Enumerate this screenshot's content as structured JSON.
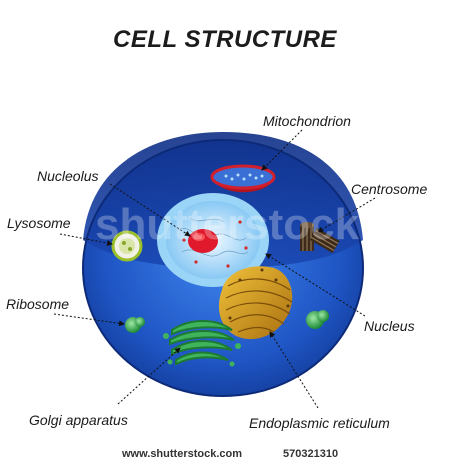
{
  "title": "CELL STRUCTURE",
  "labels": {
    "mitochondrion": "Mitochondrion",
    "nucleolus": "Nucleolus",
    "centrosome": "Centrosome",
    "lysosome": "Lysosome",
    "ribosome": "Ribosome",
    "nucleus": "Nucleus",
    "golgi": "Golgi apparatus",
    "er": "Endoplasmic reticulum"
  },
  "watermark": "shutterstock",
  "footer": {
    "site": "www.shutterstock.com",
    "id": "570321310"
  },
  "colors": {
    "cell_outer": "#1b3fa8",
    "cell_inner": "#2d6fe0",
    "nucleus": "#cfe9ff",
    "nucleolus": "#e0192c",
    "mitochondrion": "#d11f2e",
    "er": "#d9a21c",
    "golgi": "#2fa24a",
    "ribosome": "#36b04a"
  }
}
